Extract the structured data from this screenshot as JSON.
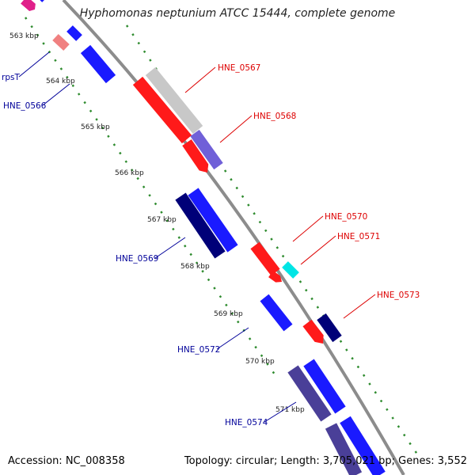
{
  "title": "Hyphomonas neptunium ATCC 15444, complete genome",
  "accession": "Accession: NC_008358",
  "topology": "Topology: circular; Length: 3,705,021 bp; Genes: 3,552",
  "colors": {
    "backbone": "#8c8c8c",
    "dots": "#2e8b2e",
    "forward_label": "#dd0000",
    "reverse_label": "#000099"
  },
  "ticks": [
    "563 kbp",
    "564 kbp",
    "565 kbp",
    "566 kbp",
    "567 kbp",
    "568 kbp",
    "569 kbp",
    "570 kbp",
    "571 kbp"
  ],
  "gene_labels": [
    {
      "text": "HNE_0567",
      "strand": "forward"
    },
    {
      "text": "HNE_0568",
      "strand": "forward"
    },
    {
      "text": "HNE_0570",
      "strand": "forward"
    },
    {
      "text": "HNE_0571",
      "strand": "forward"
    },
    {
      "text": "HNE_0573",
      "strand": "forward"
    },
    {
      "text": "rpsT",
      "strand": "reverse"
    },
    {
      "text": "HNE_0566",
      "strand": "reverse"
    },
    {
      "text": "HNE_0569",
      "strand": "reverse"
    },
    {
      "text": "HNE_0572",
      "strand": "reverse"
    },
    {
      "text": "HNE_0574",
      "strand": "reverse"
    }
  ]
}
